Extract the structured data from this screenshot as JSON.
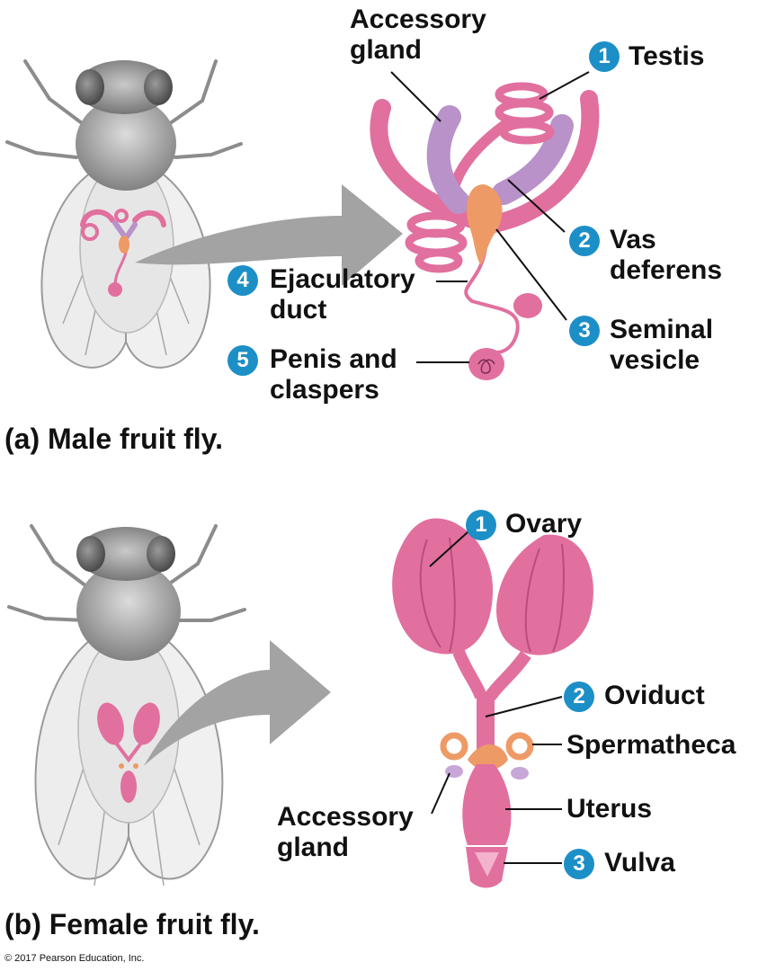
{
  "colors": {
    "badge": "#1d8fc7",
    "pink": "#e1709f",
    "lavender": "#b892c9",
    "orange": "#ee9a66",
    "arrow": "#a3a3a3"
  },
  "male": {
    "caption": "(a) Male fruit fly.",
    "accessory_gland": {
      "line1": "Accessory",
      "line2": "gland"
    },
    "testis": {
      "num": "1",
      "label": "Testis"
    },
    "vas_deferens": {
      "num": "2",
      "line1": "Vas",
      "line2": "deferens"
    },
    "seminal_vesicle": {
      "num": "3",
      "line1": "Seminal",
      "line2": "vesicle"
    },
    "ejaculatory_duct": {
      "num": "4",
      "line1": "Ejaculatory",
      "line2": "duct"
    },
    "penis_claspers": {
      "num": "5",
      "line1": "Penis and",
      "line2": "claspers"
    }
  },
  "female": {
    "caption": "(b) Female fruit fly.",
    "ovary": {
      "num": "1",
      "label": "Ovary"
    },
    "oviduct": {
      "num": "2",
      "label": "Oviduct"
    },
    "spermatheca": {
      "label": "Spermatheca"
    },
    "uterus": {
      "label": "Uterus"
    },
    "vulva": {
      "num": "3",
      "label": "Vulva"
    },
    "accessory_gland": {
      "line1": "Accessory",
      "line2": "gland"
    }
  },
  "copyright": "© 2017 Pearson Education, Inc."
}
